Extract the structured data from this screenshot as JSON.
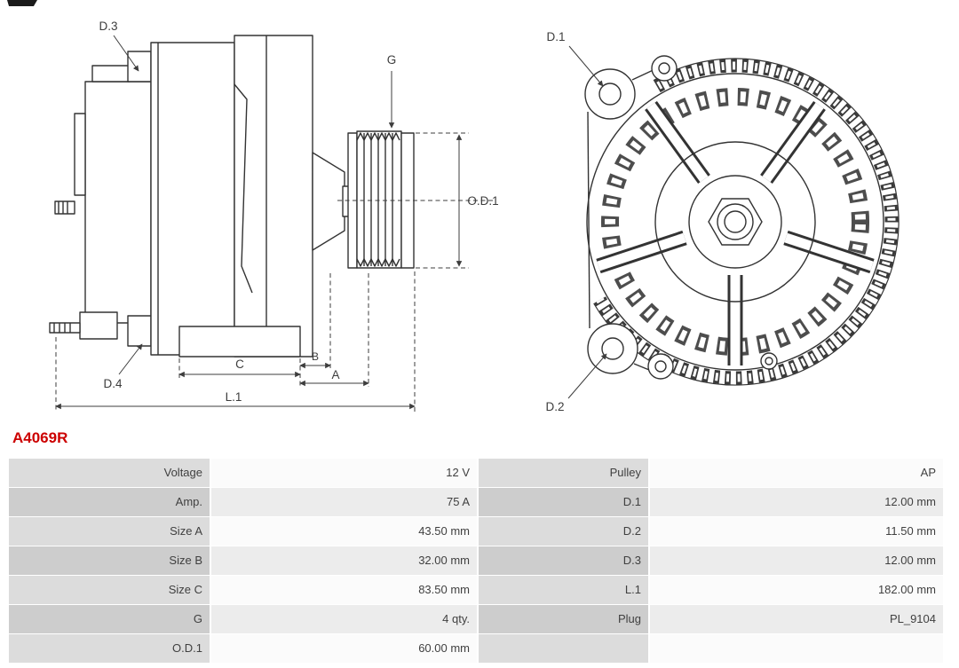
{
  "part_number": "A4069R",
  "colors": {
    "part_number_red": "#cc0000",
    "line_art": "#333333",
    "label_text": "#3d3d3d",
    "table_label_bg": "#dcdcdc",
    "table_label_bg_alt": "#cdcdcd",
    "table_value_bg": "#fbfbfb",
    "table_value_bg_alt": "#ececec"
  },
  "diagrams": {
    "side_view": {
      "labels": {
        "d3": "D.3",
        "d4": "D.4",
        "g": "G",
        "od1": "O.D.1",
        "c": "C",
        "b": "B",
        "a": "A",
        "l1": "L.1"
      }
    },
    "rear_view": {
      "labels": {
        "d1": "D.1",
        "d2": "D.2"
      }
    }
  },
  "table": {
    "rows": [
      {
        "label1": "Voltage",
        "value1": "12 V",
        "label2": "Pulley",
        "value2": "AP"
      },
      {
        "label1": "Amp.",
        "value1": "75 A",
        "label2": "D.1",
        "value2": "12.00 mm"
      },
      {
        "label1": "Size A",
        "value1": "43.50 mm",
        "label2": "D.2",
        "value2": "11.50 mm"
      },
      {
        "label1": "Size B",
        "value1": "32.00 mm",
        "label2": "D.3",
        "value2": "12.00 mm"
      },
      {
        "label1": "Size C",
        "value1": "83.50 mm",
        "label2": "L.1",
        "value2": "182.00 mm"
      },
      {
        "label1": "G",
        "value1": "4 qty.",
        "label2": "Plug",
        "value2": "PL_9104"
      },
      {
        "label1": "O.D.1",
        "value1": "60.00 mm",
        "label2": "",
        "value2": ""
      }
    ]
  }
}
